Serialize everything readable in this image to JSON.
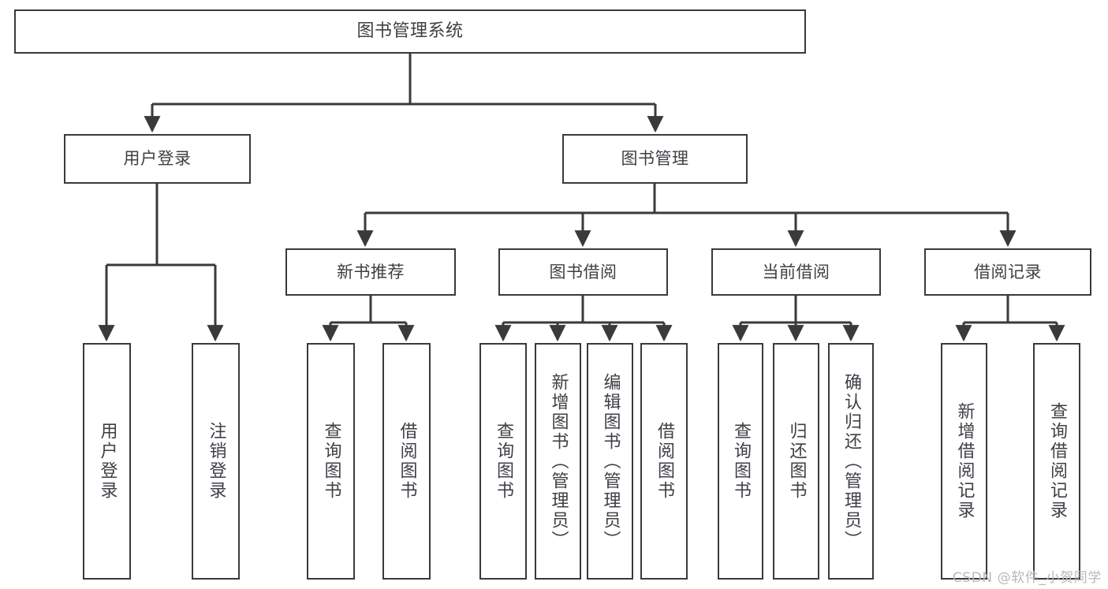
{
  "diagram": {
    "title": "图书管理系统",
    "type": "tree",
    "watermark": "CSDN @软件_小贺同学",
    "colors": {
      "background": "#ffffff",
      "border": "#3a3a3a",
      "text": "#3f3f46",
      "edge": "#3a3a3a",
      "watermark": "#b8b8bb"
    },
    "nodes": {
      "root": {
        "label": "图书管理系统"
      },
      "level1": [
        {
          "label": "用户登录"
        },
        {
          "label": "图书管理"
        }
      ],
      "level2": [
        {
          "label": "新书推荐"
        },
        {
          "label": "图书借阅"
        },
        {
          "label": "当前借阅"
        },
        {
          "label": "借阅记录"
        }
      ],
      "leaves": {
        "user_login": [
          {
            "label": "用户登录"
          },
          {
            "label": "注销登录"
          }
        ],
        "new_book": [
          {
            "label": "查询图书"
          },
          {
            "label": "借阅图书"
          }
        ],
        "book_borrow": [
          {
            "label": "查询图书"
          },
          {
            "label": "新增图书（管理员）"
          },
          {
            "label": "编辑图书（管理员）"
          },
          {
            "label": "借阅图书"
          }
        ],
        "current_borrow": [
          {
            "label": "查询图书"
          },
          {
            "label": "归还图书"
          },
          {
            "label": "确认归还（管理员）"
          }
        ],
        "borrow_record": [
          {
            "label": "新增借阅记录"
          },
          {
            "label": "查询借阅记录"
          }
        ]
      }
    }
  }
}
